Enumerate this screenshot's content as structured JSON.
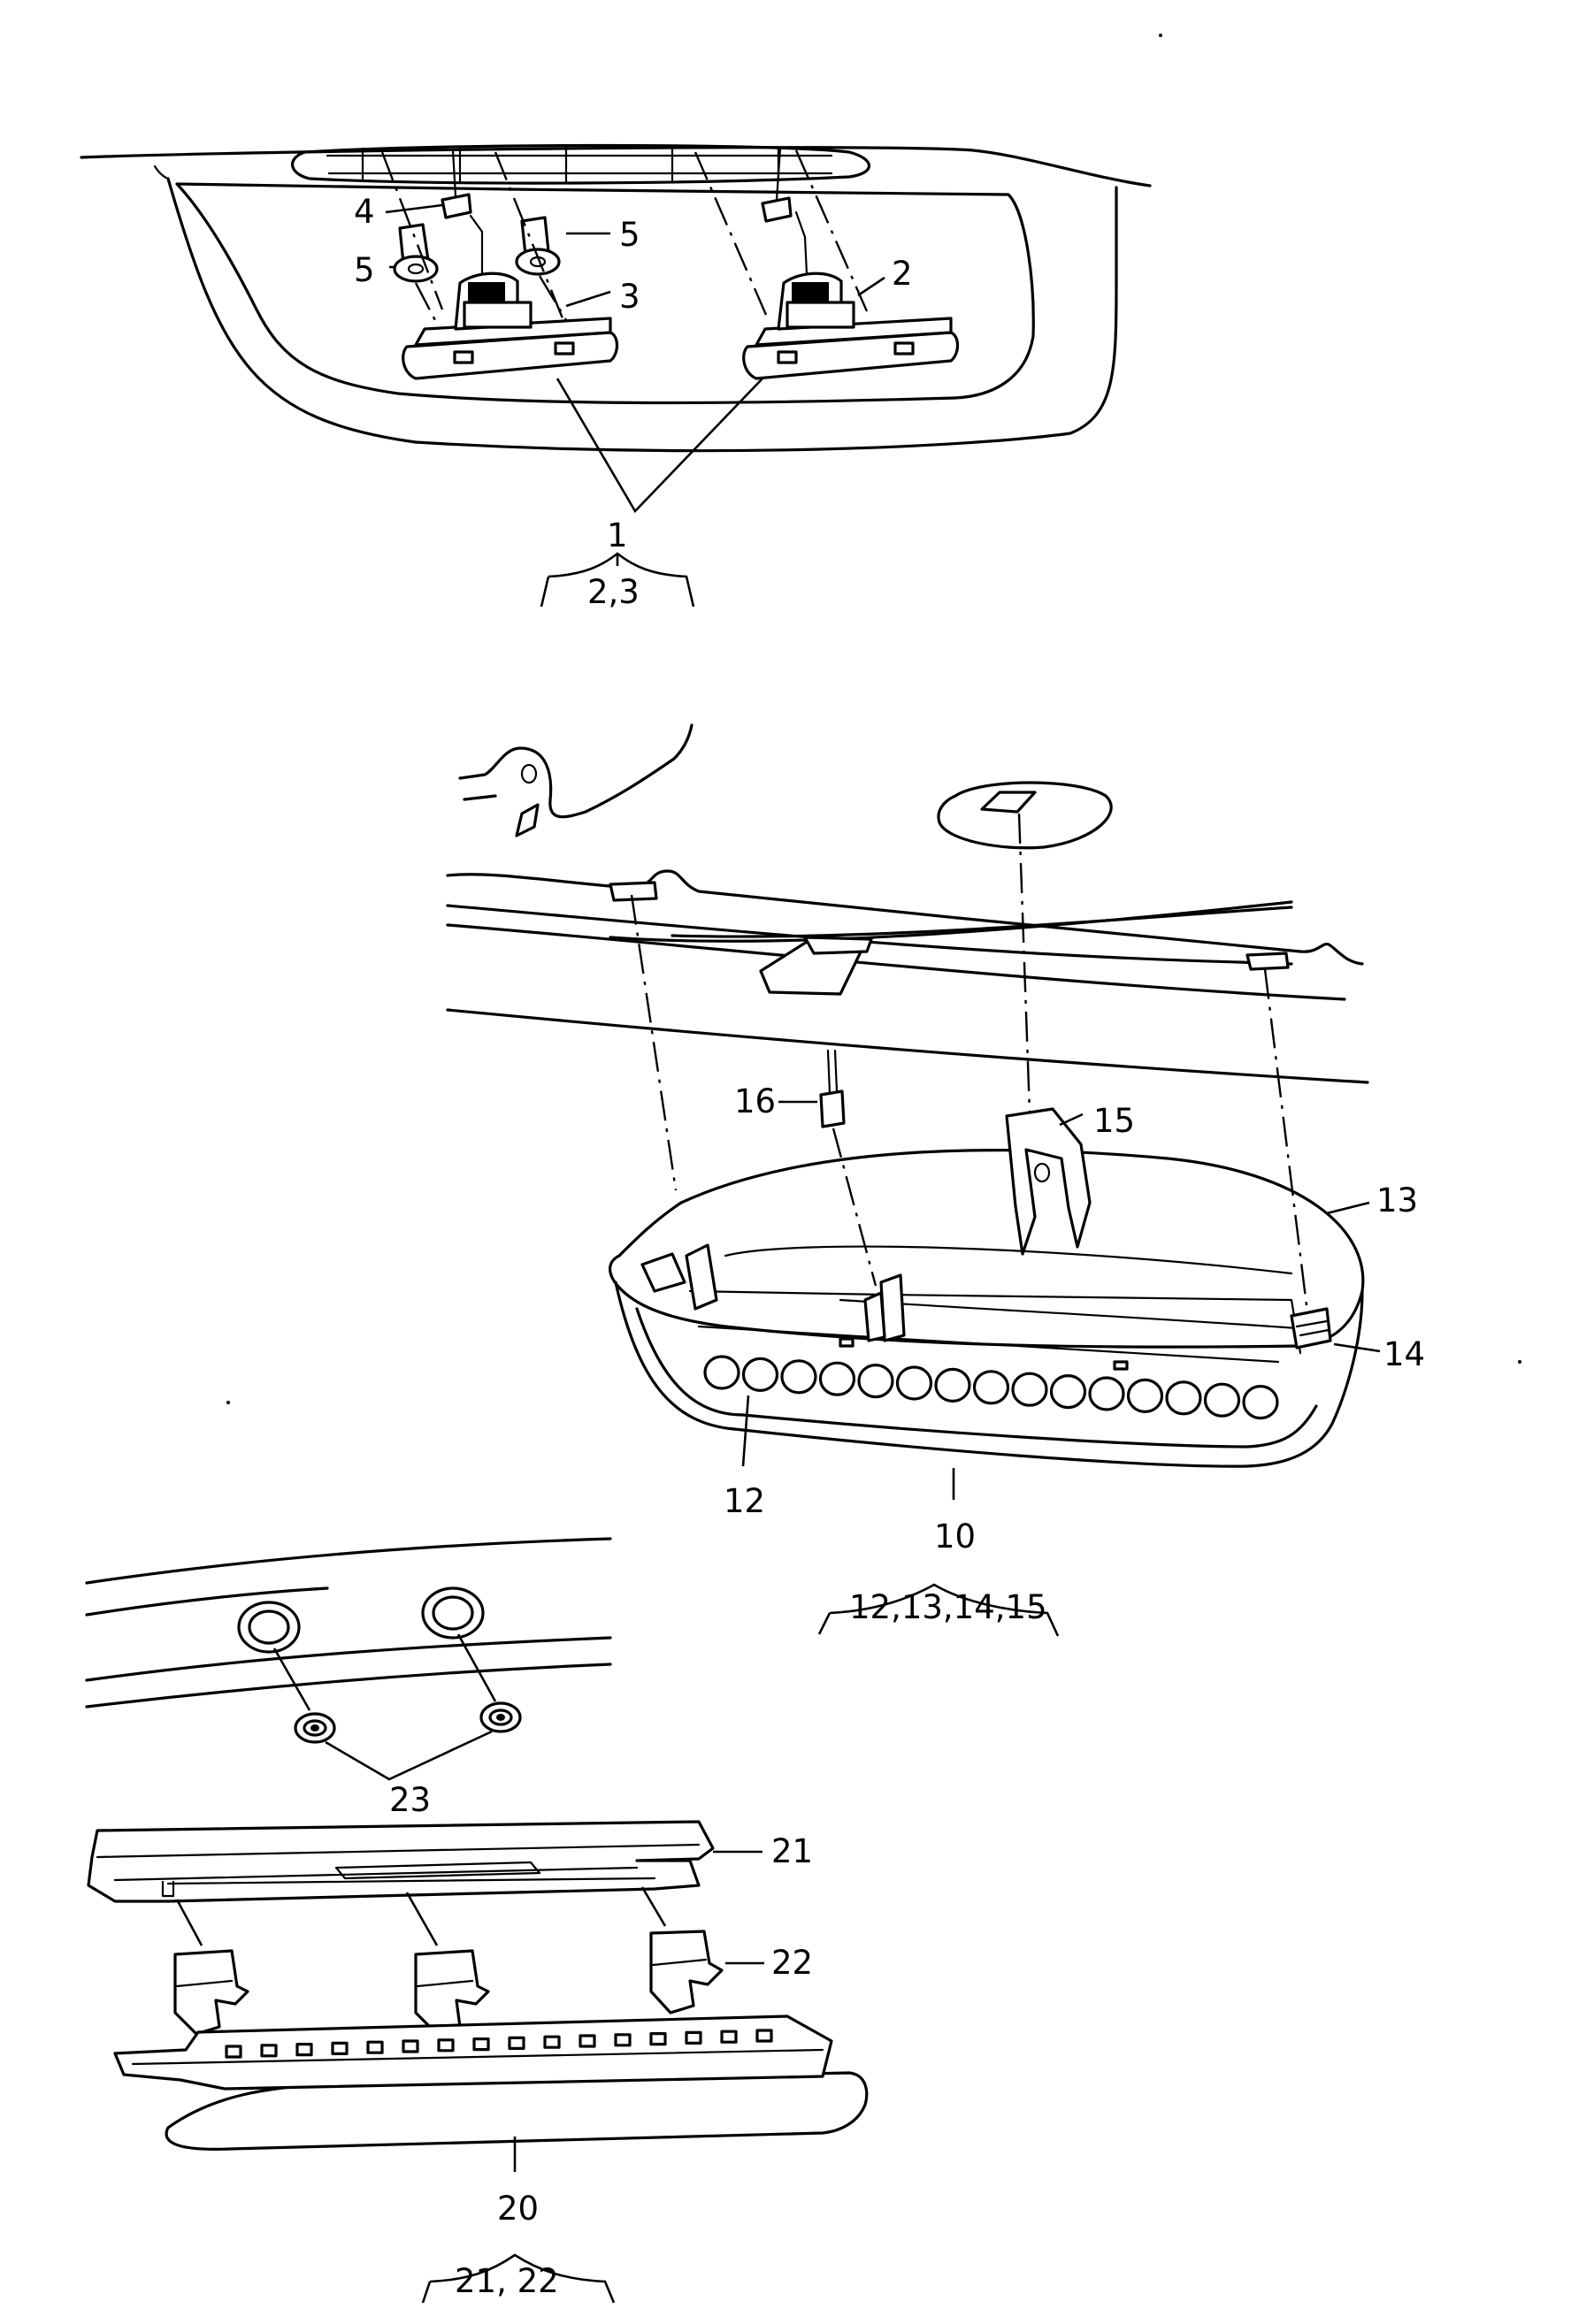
{
  "diagram": {
    "group_top": {
      "callouts": [
        {
          "id": "c4",
          "text": "4"
        },
        {
          "id": "c5a",
          "text": "5"
        },
        {
          "id": "c5b",
          "text": "5"
        },
        {
          "id": "c3",
          "text": "3"
        },
        {
          "id": "c2",
          "text": "2"
        },
        {
          "id": "c1",
          "text": "1"
        }
      ],
      "assembly": "2,3"
    },
    "group_middle": {
      "callouts": [
        {
          "id": "c16",
          "text": "16"
        },
        {
          "id": "c15",
          "text": "15"
        },
        {
          "id": "c13",
          "text": "13"
        },
        {
          "id": "c14",
          "text": "14"
        },
        {
          "id": "c12",
          "text": "12"
        },
        {
          "id": "c10",
          "text": "10"
        }
      ],
      "assembly": "12,13,14,15"
    },
    "group_bottom": {
      "callouts": [
        {
          "id": "c23",
          "text": "23"
        },
        {
          "id": "c21",
          "text": "21"
        },
        {
          "id": "c22",
          "text": "22"
        },
        {
          "id": "c20",
          "text": "20"
        }
      ],
      "assembly": "21, 22"
    }
  }
}
